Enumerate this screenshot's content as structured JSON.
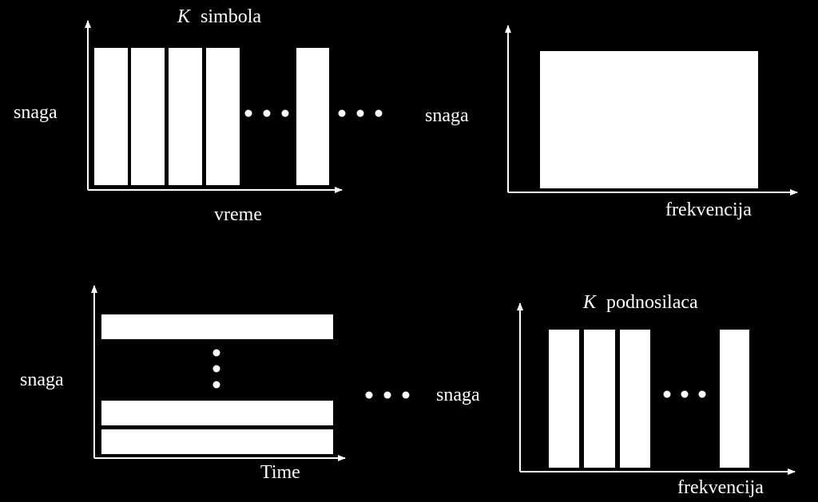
{
  "colors": {
    "background": "#000000",
    "foreground": "#ffffff"
  },
  "panels": {
    "top_left": {
      "title_symbol": "K",
      "title_text": "simbola",
      "ylabel": "snaga",
      "xlabel": "vreme"
    },
    "top_right": {
      "ylabel": "snaga",
      "xlabel": "frekvencija"
    },
    "bottom_left": {
      "ylabel": "snaga",
      "xlabel": "Time"
    },
    "bottom_right": {
      "title_symbol": "K",
      "title_text": "podnosilaca",
      "ylabel": "snaga",
      "xlabel": "frekvencija"
    }
  }
}
